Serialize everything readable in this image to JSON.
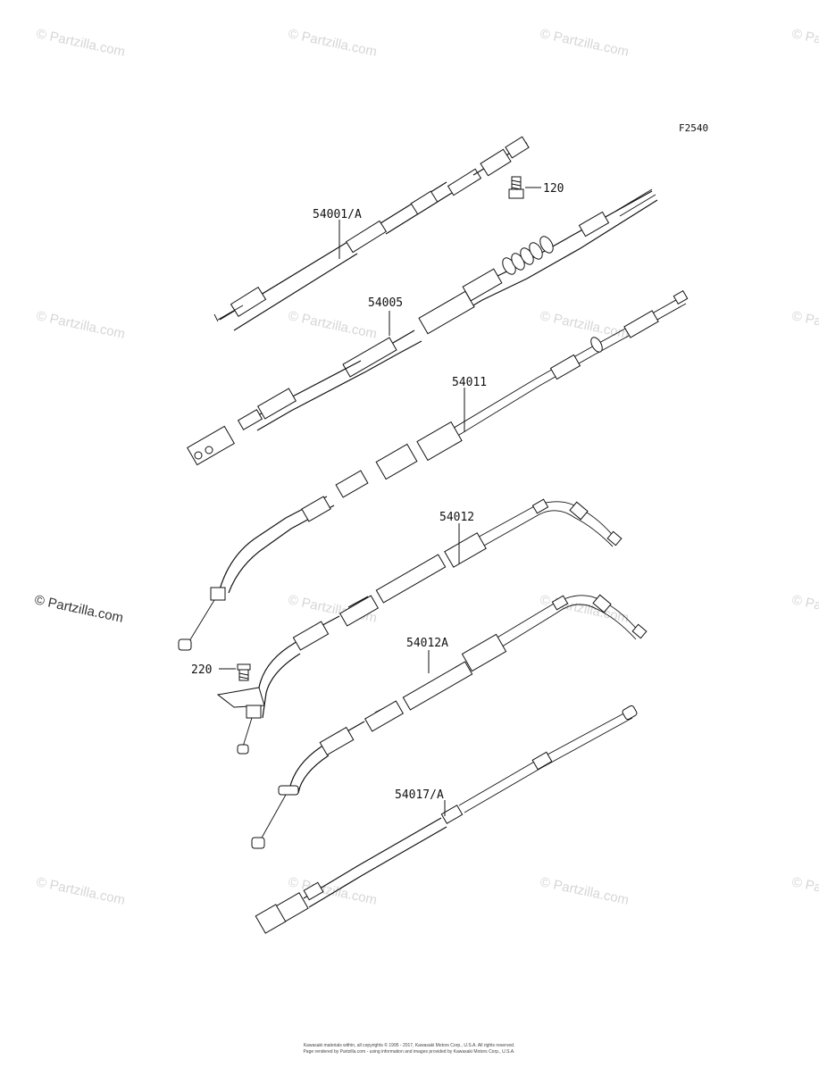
{
  "figure_code": "F2540",
  "watermark": {
    "text": "© Partzilla.com",
    "main_text": "© Partzilla.com"
  },
  "callouts": [
    {
      "id": "c1",
      "label": "54001/A"
    },
    {
      "id": "c2",
      "label": "120"
    },
    {
      "id": "c3",
      "label": "54005"
    },
    {
      "id": "c4",
      "label": "54011"
    },
    {
      "id": "c5",
      "label": "54012"
    },
    {
      "id": "c6",
      "label": "220"
    },
    {
      "id": "c7",
      "label": "54012A"
    },
    {
      "id": "c8",
      "label": "54017/A"
    }
  ],
  "footer": {
    "line1": "Kawasaki materials within, all copyrights © 1995 - 2017, Kawasaki Motors Corp., U.S.A.  All rights reserved.",
    "line2": "Page rendered by Partzilla.com - using information and images provided by Kawasaki Motors Corp., U.S.A."
  }
}
